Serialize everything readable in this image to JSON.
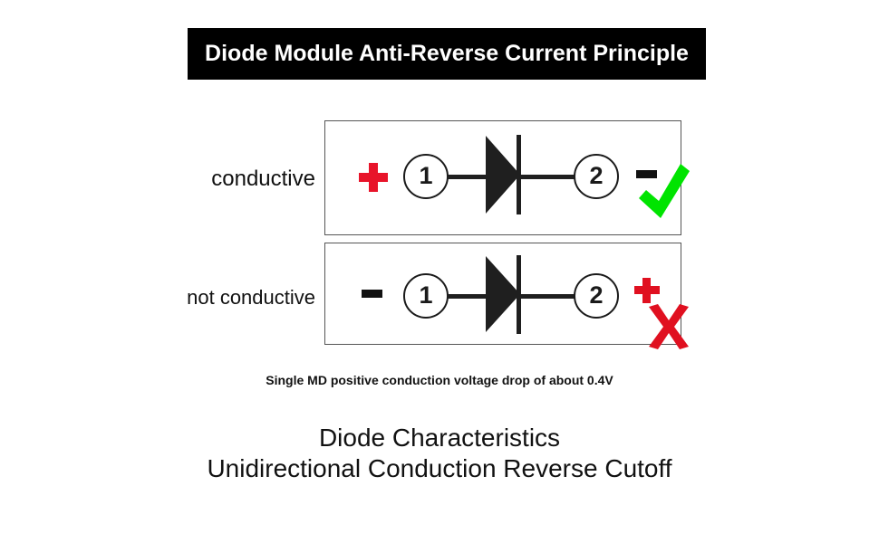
{
  "title": {
    "text": "Diode Module Anti-Reverse Current Principle",
    "background": "#000000",
    "color": "#ffffff"
  },
  "rows": [
    {
      "label": "conductive",
      "left_sign": "+",
      "left_sign_color": "#e8142a",
      "terminal_left": "1",
      "terminal_right": "2",
      "right_sign": "-",
      "right_sign_color": "#111111",
      "result_icon": "check-icon",
      "result_color": "#00e400"
    },
    {
      "label": "not conductive",
      "left_sign": "-",
      "left_sign_color": "#111111",
      "terminal_left": "1",
      "terminal_right": "2",
      "right_sign": "+",
      "right_sign_color": "#e01020",
      "result_icon": "x-icon",
      "result_color": "#e01020"
    }
  ],
  "caption": "Single MD positive conduction voltage drop of about 0.4V",
  "footer": {
    "line1": "Diode Characteristics",
    "line2": "Unidirectional Conduction Reverse Cutoff"
  },
  "colors": {
    "wire": "#1f1f1f",
    "box_border": "#555555",
    "background": "#ffffff",
    "green": "#00e400",
    "red": "#e01020"
  }
}
